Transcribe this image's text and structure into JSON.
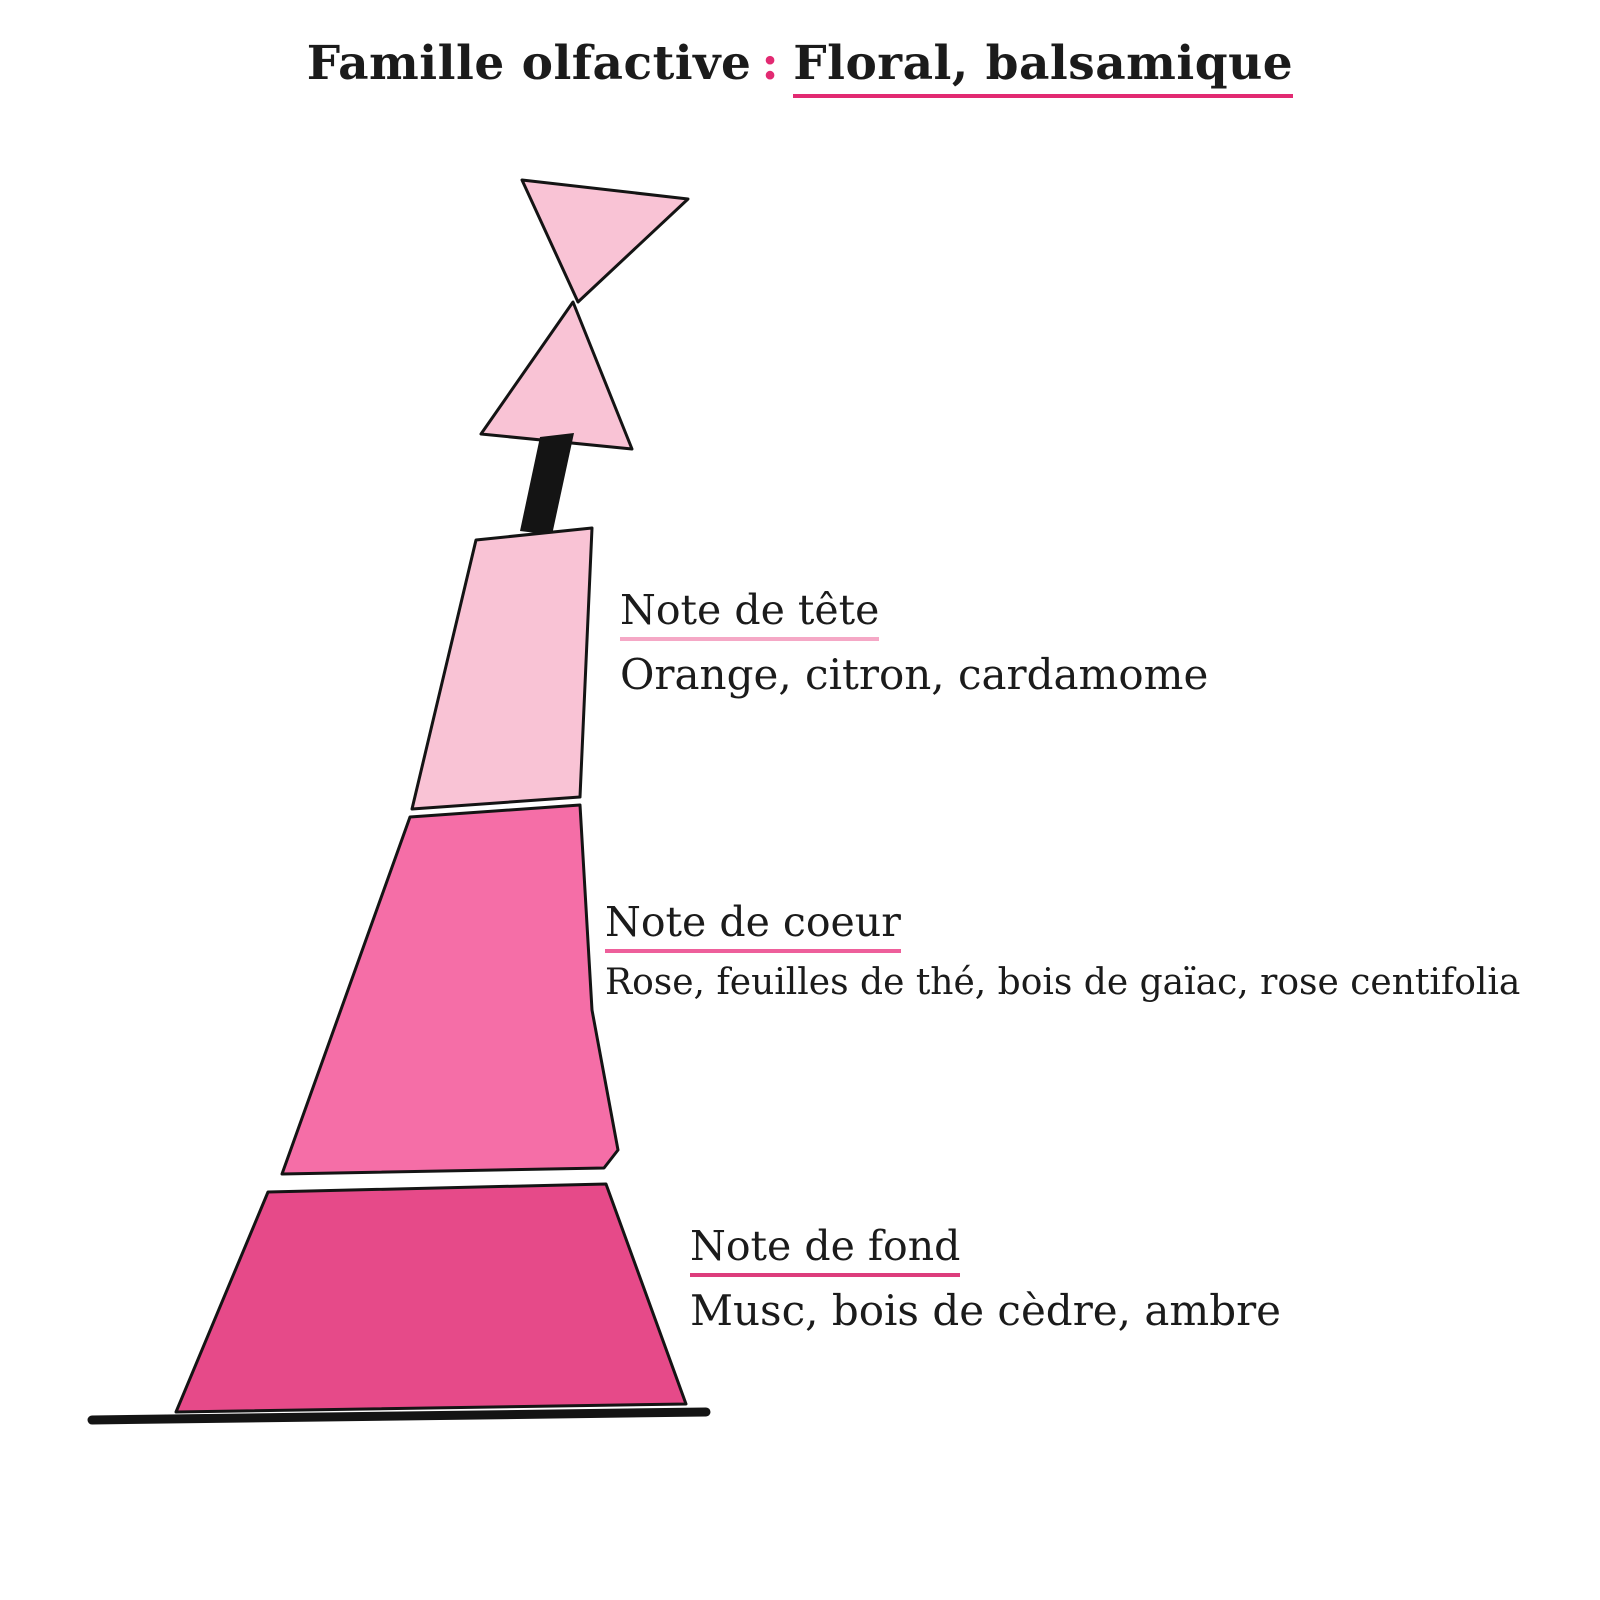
{
  "title": {
    "prefix": "Famille olfactive",
    "separator": ":",
    "family": "Floral, balsamique"
  },
  "pyramid": {
    "bow_color": "#f9c3d5",
    "top_segment_color": "#f9c3d5",
    "heart_segment_color": "#f56ea7",
    "base_segment_color": "#e64a89",
    "neck_color": "#141414",
    "ground_color": "#141414",
    "outline_color": "#141414"
  },
  "notes": [
    {
      "label": "Note de tête",
      "ingredients": "Orange, citron, cardamome",
      "color": "#f9c3d5",
      "underline_color": "#f5a8c6"
    },
    {
      "label": "Note de coeur",
      "ingredients": "Rose, feuilles de thé, bois de gaïac, rose centifolia",
      "color": "#f56ea7",
      "underline_color": "#ee5f9b"
    },
    {
      "label": "Note de fond",
      "ingredients": "Musc, bois de cèdre, ambre",
      "color": "#e64a89",
      "underline_color": "#dd3d7c"
    }
  ],
  "colors": {
    "background": "#ffffff",
    "text": "#1b1b1b",
    "accent": "#e22a72",
    "outline": "#141414"
  }
}
